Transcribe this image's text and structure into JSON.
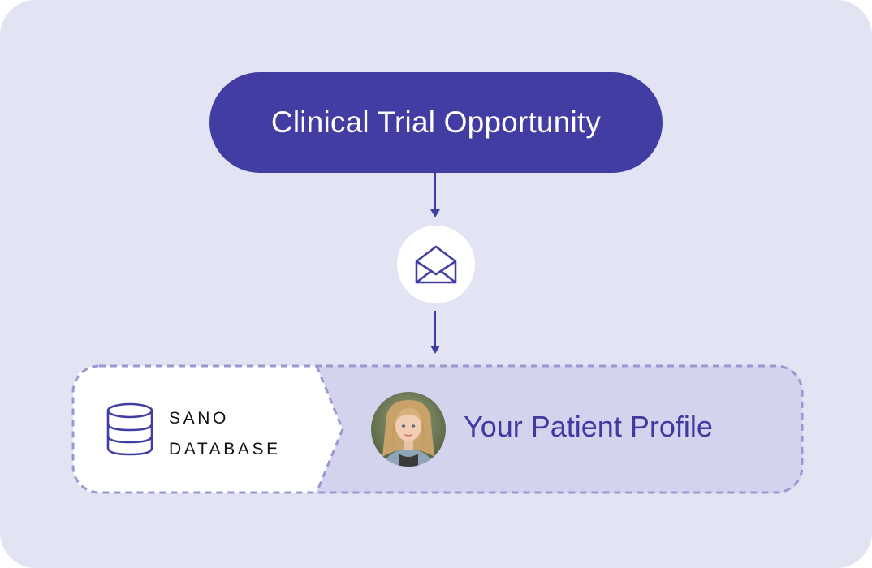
{
  "title": "Clinical Trial Opportunity",
  "database": {
    "line1": "SANO",
    "line2": "DATABASE"
  },
  "profile": {
    "label": "Your Patient Profile"
  },
  "icons": {
    "message": "envelope-open-icon",
    "database": "database-stack-icon",
    "avatar": "patient-avatar"
  },
  "colors": {
    "background": "#e2e3f3",
    "accent": "#423da3",
    "profile_panel": "#d4d3ee",
    "dashed_border": "#9b97d2",
    "white": "#ffffff"
  }
}
